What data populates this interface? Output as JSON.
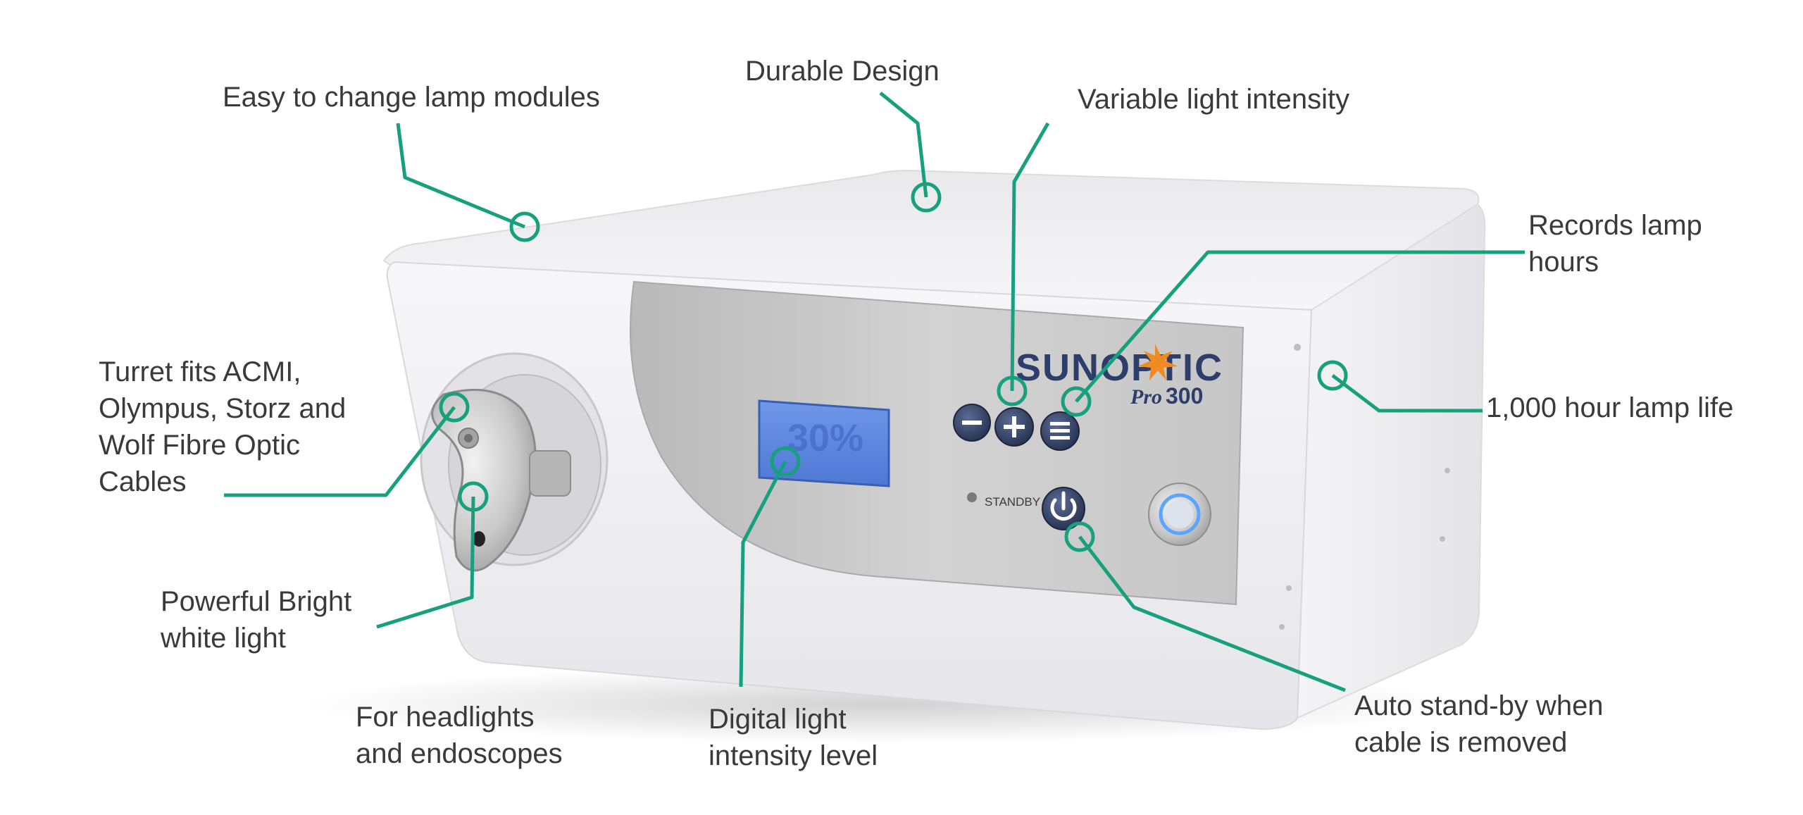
{
  "colors": {
    "callout_line": "#17a07e",
    "text": "#3a3a3a",
    "device_body": "#f1f1f3",
    "front_panel": "#c9c9c9",
    "lcd": "#5e8ae0",
    "logo_blue": "#2d3e6b",
    "logo_orange": "#f08a22",
    "led_ring": "#5aa6ff"
  },
  "device": {
    "brand": "SUNOPTIC",
    "model_script": "Pro",
    "model_number": "300",
    "lcd_value": "30%",
    "standby_label": "STANDBY",
    "buttons": [
      "minus-icon",
      "plus-icon",
      "menu-icon"
    ],
    "power_icon": "power-icon"
  },
  "callouts": {
    "lamp_modules": [
      "Easy to change lamp modules"
    ],
    "durable": [
      "Durable Design"
    ],
    "variable": [
      "Variable light intensity"
    ],
    "records": [
      "Records lamp",
      "hours"
    ],
    "lamp_life": [
      "1,000 hour lamp life"
    ],
    "turret": [
      "Turret fits ACMI,",
      "Olympus, Storz and",
      "Wolf Fibre Optic",
      "Cables"
    ],
    "bright": [
      "Powerful Bright",
      "white light"
    ],
    "headlights": [
      "For headlights",
      "and endoscopes"
    ],
    "digital": [
      "Digital light",
      "intensity level"
    ],
    "standby": [
      "Auto stand-by when",
      "cable is removed"
    ]
  }
}
